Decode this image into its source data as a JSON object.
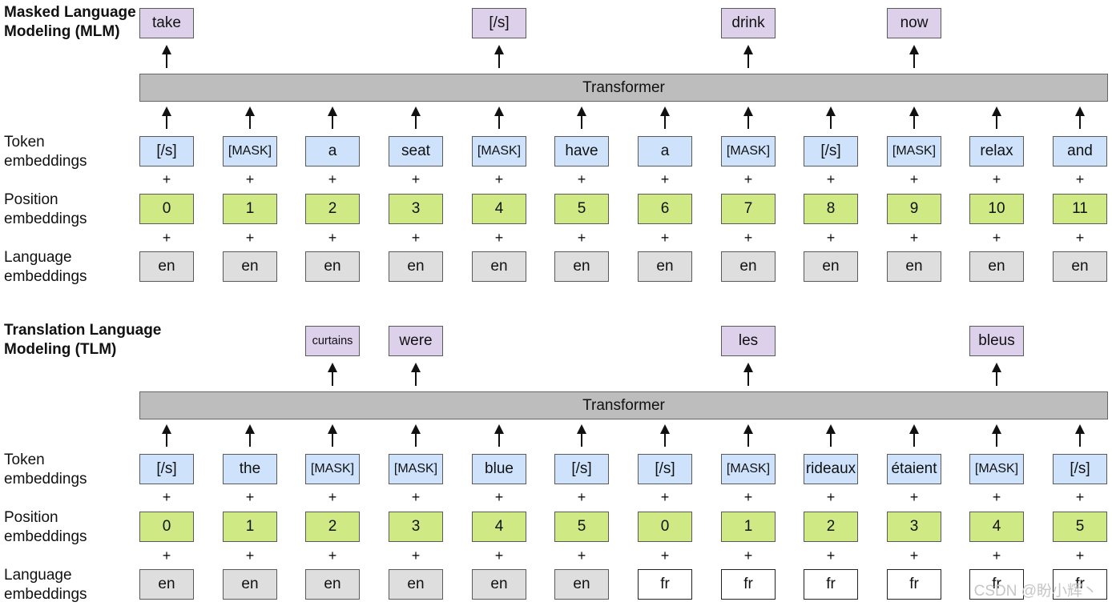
{
  "sections": [
    {
      "title": "Masked Language\nModeling (MLM)",
      "transformer_label": "Transformer",
      "predictions": [
        "take",
        "",
        "",
        "",
        "[/s]",
        "",
        "",
        "drink",
        "",
        "now",
        "",
        ""
      ],
      "tokens": [
        "[/s]",
        "[MASK]",
        "a",
        "seat",
        "[MASK]",
        "have",
        "a",
        "[MASK]",
        "[/s]",
        "[MASK]",
        "relax",
        "and"
      ],
      "positions": [
        "0",
        "1",
        "2",
        "3",
        "4",
        "5",
        "6",
        "7",
        "8",
        "9",
        "10",
        "11"
      ],
      "languages": [
        "en",
        "en",
        "en",
        "en",
        "en",
        "en",
        "en",
        "en",
        "en",
        "en",
        "en",
        "en"
      ]
    },
    {
      "title": "Translation Language\nModeling (TLM)",
      "transformer_label": "Transformer",
      "predictions": [
        "",
        "",
        "curtains",
        "were",
        "",
        "",
        "",
        "les",
        "",
        "",
        "bleus",
        ""
      ],
      "tokens": [
        "[/s]",
        "the",
        "[MASK]",
        "[MASK]",
        "blue",
        "[/s]",
        "[/s]",
        "[MASK]",
        "rideaux",
        "étaient",
        "[MASK]",
        "[/s]"
      ],
      "positions": [
        "0",
        "1",
        "2",
        "3",
        "4",
        "5",
        "0",
        "1",
        "2",
        "3",
        "4",
        "5"
      ],
      "languages": [
        "en",
        "en",
        "en",
        "en",
        "en",
        "en",
        "fr",
        "fr",
        "fr",
        "fr",
        "fr",
        "fr"
      ]
    }
  ],
  "row_labels": {
    "token": "Token\nembeddings",
    "position": "Position\nembeddings",
    "language": "Language\nembeddings"
  },
  "plus_sign": "+",
  "colors": {
    "token": "#cfe2fb",
    "position": "#cfea84",
    "language_en": "#dedede",
    "language_other": "#ffffff",
    "prediction": "#ddd0ea",
    "transformer": "#bdbdbd"
  },
  "watermark": "CSDN @盼小辉丶"
}
